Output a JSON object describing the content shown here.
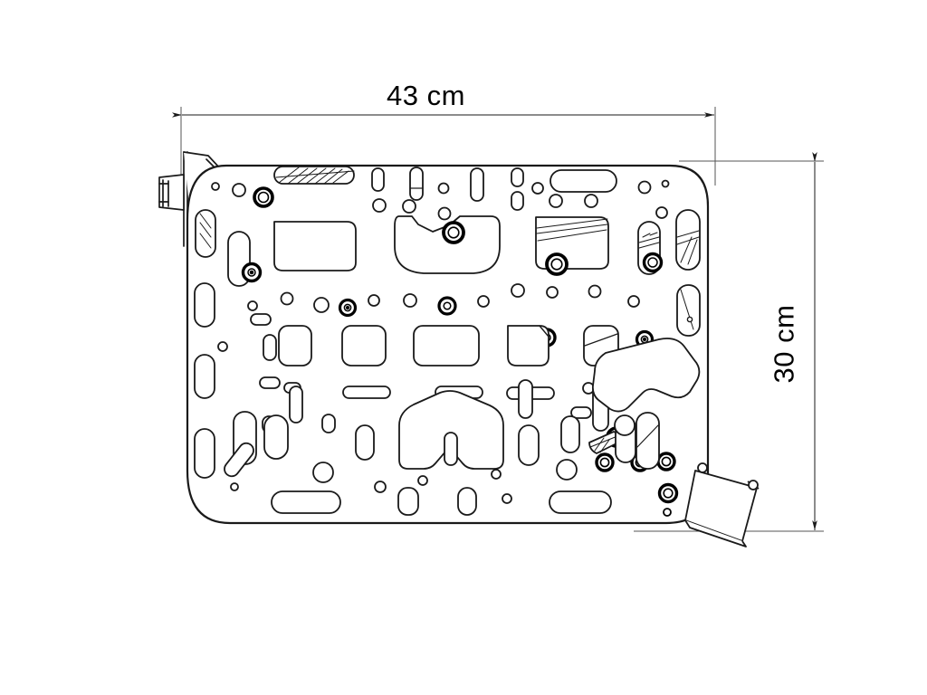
{
  "drawing": {
    "title": "Perforated mounting plate outline drawing",
    "background_color": "#ffffff",
    "line_color": "#1a1a1a",
    "dimension_line_color": "#444444",
    "view": "front elevation"
  },
  "dimensions": {
    "width": {
      "label": "43 cm",
      "value": 43,
      "unit": "cm",
      "orientation": "horizontal",
      "position": "top"
    },
    "height": {
      "label": "30 cm",
      "value": 30,
      "unit": "cm",
      "orientation": "vertical-rotated",
      "position": "right"
    }
  },
  "parts": {
    "body": "main-plate-outline",
    "left_bracket": "left-mounting-bracket",
    "bottom_tab": "bottom-right-angled-tab"
  }
}
